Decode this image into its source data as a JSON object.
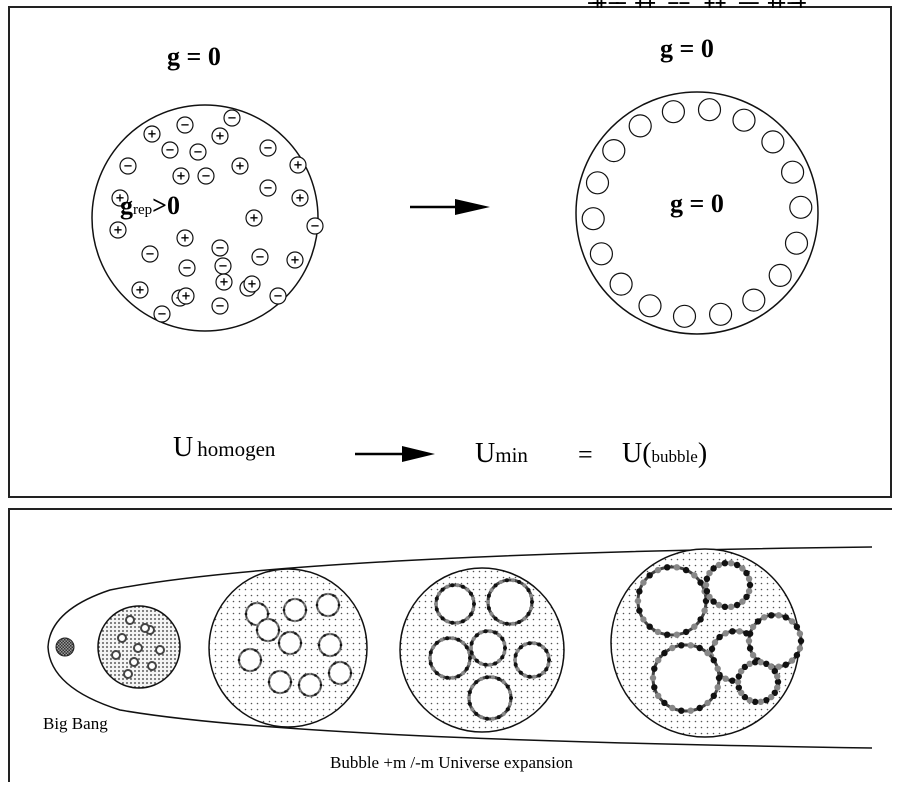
{
  "top_panel": {
    "left_title": "g = 0",
    "right_title": "g = 0",
    "left_inner_main": "g",
    "left_inner_sub": "rep",
    "left_inner_rel": ">0",
    "right_inner": "g = 0",
    "formula": {
      "u_homogen_main": "U",
      "u_homogen_sub": "homogen",
      "u_min_main": "U",
      "u_min_sub": "min",
      "equals": "=",
      "u_bubble_main": "U(",
      "u_bubble_sub": "bubble",
      "u_bubble_close": ")"
    },
    "plus_symbol": "+",
    "minus_symbol": "−"
  },
  "bottom_panel": {
    "big_bang_label": "Big Bang",
    "caption": "Bubble +m /-m Universe expansion"
  }
}
